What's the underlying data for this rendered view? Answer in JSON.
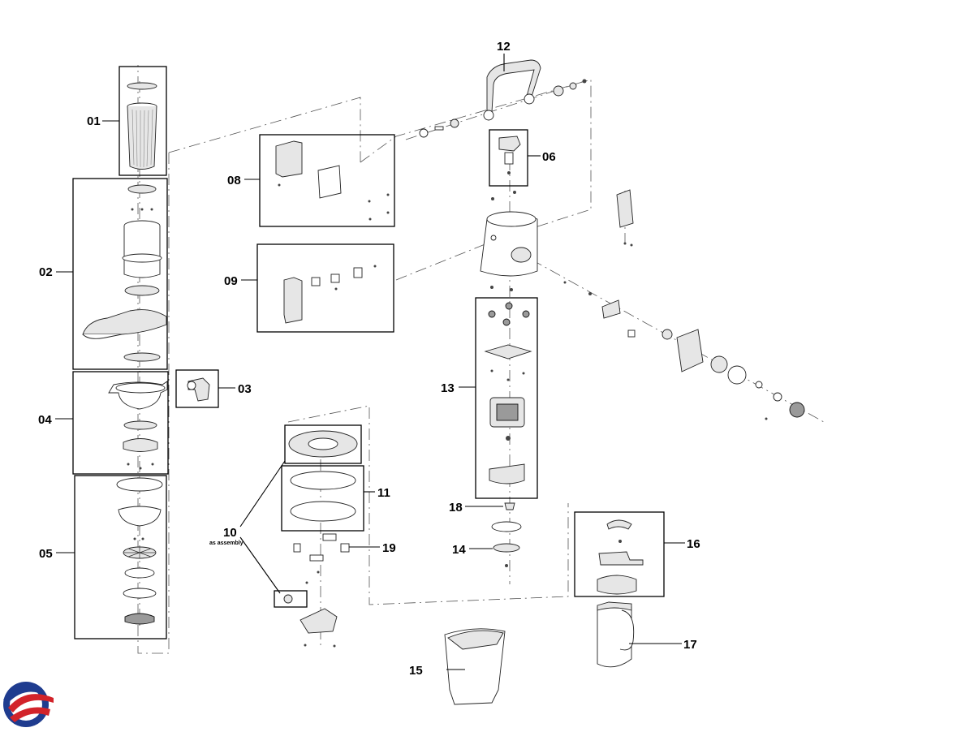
{
  "labels": {
    "l01": "01",
    "l02": "02",
    "l03": "03",
    "l04": "04",
    "l05": "05",
    "l06": "06",
    "l08": "08",
    "l09": "09",
    "l10": "10",
    "l10_note": "as assembly",
    "l11": "11",
    "l12": "12",
    "l13": "13",
    "l14": "14",
    "l15": "15",
    "l16": "16",
    "l17": "17",
    "l18": "18",
    "l19": "19"
  },
  "colors": {
    "logo_blue": "#1f3c8f",
    "logo_red": "#d2232a",
    "line": "#000000"
  },
  "logo": {
    "icon": "brand-logo-swirl"
  }
}
